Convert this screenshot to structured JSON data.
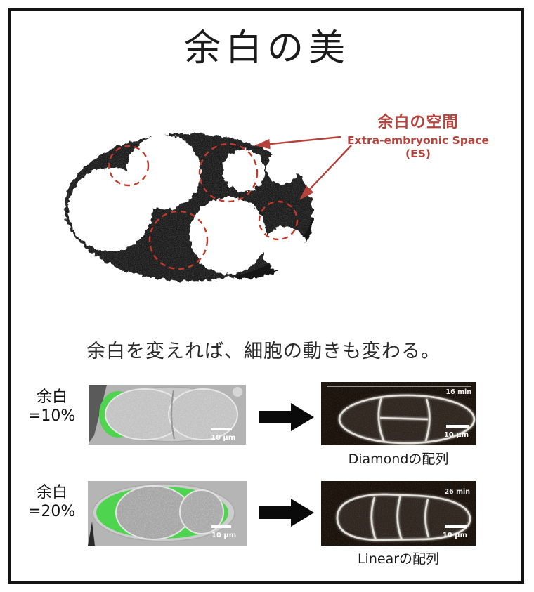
{
  "page": {
    "title": "余白の美"
  },
  "annotation": {
    "label_jp": "余白の空間",
    "label_en": "Extra-embryonic Space",
    "abbrev": "(ES)"
  },
  "statement": "余白を変えれば、細胞の動きも変わる。",
  "rows": [
    {
      "margin_label_line1": "余白",
      "margin_label_line2": "=10%",
      "input_scale_bar": "10 μm",
      "output_time": "16 min",
      "output_scale_bar": "10 μm",
      "arrangement_caption": "Diamondの配列"
    },
    {
      "margin_label_line1": "余白",
      "margin_label_line2": "=20%",
      "input_scale_bar": "10 μm",
      "output_time": "26 min",
      "output_scale_bar": "10 μm",
      "arrangement_caption": "Linearの配列"
    }
  ],
  "colors": {
    "accent_red": "#b5433c",
    "highlight_green": "#4fd44f",
    "frame_black": "#141414"
  }
}
